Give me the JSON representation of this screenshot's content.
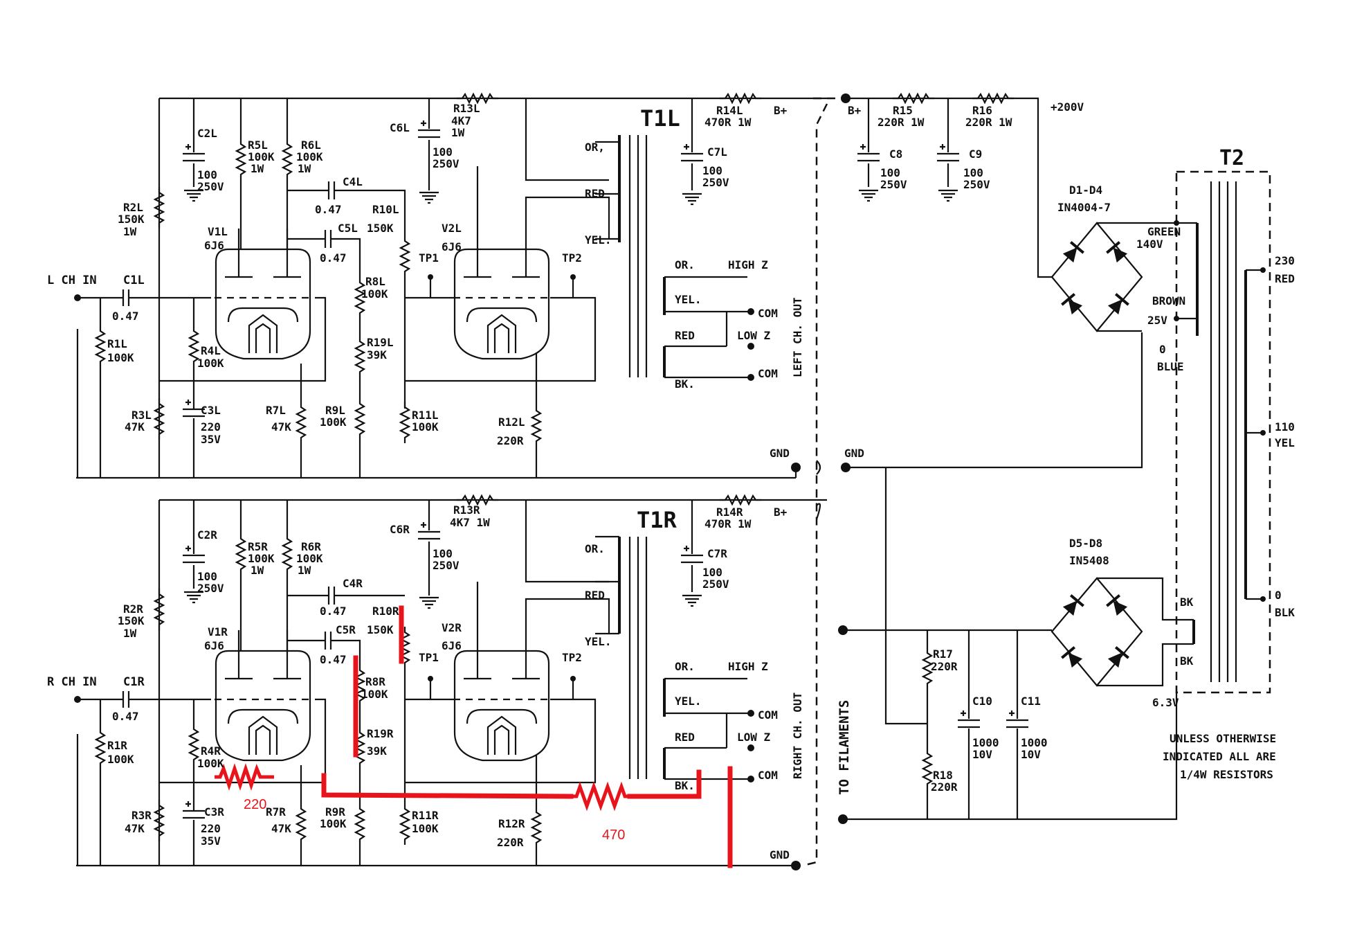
{
  "supply": {
    "b_plus_left": "B+",
    "b_plus_right": "B+",
    "b_plus_main": "B+",
    "voltage": "+200V",
    "gnd_left": "GND",
    "gnd_main": "GND",
    "gnd_right": "GND",
    "r15": "R15",
    "r15v": "220R 1W",
    "r16": "R16",
    "r16v": "220R 1W",
    "c8": "C8",
    "c8v1": "100",
    "c8v2": "250V",
    "c9": "C9",
    "c9v1": "100",
    "c9v2": "250V"
  },
  "left": {
    "t1": "T1L",
    "input": "L CH IN",
    "c1": "C1L",
    "c1v": "0.47",
    "r1": "R1L",
    "r1v": "100K",
    "c2": "C2L",
    "c2v1": "100",
    "c2v2": "250V",
    "r2": "R2L",
    "r2v1": "150K",
    "r2v2": "1W",
    "r3": "R3L",
    "r3v": "47K",
    "c3": "C3L",
    "c3v1": "220",
    "c3v2": "35V",
    "r4": "R4L",
    "r4v": "100K",
    "r5": "R5L",
    "r5v1": "100K",
    "r5v2": "1W",
    "r6": "R6L",
    "r6v1": "100K",
    "r6v2": "1W",
    "r7": "R7L",
    "r7v": "47K",
    "c4": "C4L",
    "c4v": "0.47",
    "c5": "C5L",
    "c5v": "0.47",
    "r8": "R8L",
    "r8v": "100K",
    "r9": "R9L",
    "r9v": "100K",
    "r10": "R10L",
    "r10v": "150K",
    "r19": "R19L",
    "r19v": "39K",
    "r11": "R11L",
    "r11v": "100K",
    "r12": "R12L",
    "r12v": "220R",
    "r13": "R13L",
    "r13v1": "4K7",
    "r13v2": "1W",
    "r14": "R14L",
    "r14v": "470R 1W",
    "c6": "C6L",
    "c6v1": "100",
    "c6v2": "250V",
    "c7": "C7L",
    "c7v1": "100",
    "c7v2": "250V",
    "v1": "V1L",
    "v1t": "6J6",
    "v2": "V2L",
    "v2t": "6J6",
    "tp1": "TP1",
    "tp2": "TP2",
    "or": "OR,",
    "red": "RED",
    "yel": "YEL.",
    "out_or": "OR.",
    "out_highz": "HIGH Z",
    "out_yel": "YEL.",
    "out_com1": "COM",
    "out_red": "RED",
    "out_lowz": "LOW Z",
    "out_bk": "BK.",
    "out_com2": "COM",
    "out_label": "LEFT CH. OUT"
  },
  "right": {
    "t1": "T1R",
    "input": "R CH IN",
    "c1": "C1R",
    "c1v": "0.47",
    "r1": "R1R",
    "r1v": "100K",
    "c2": "C2R",
    "c2v1": "100",
    "c2v2": "250V",
    "r2": "R2R",
    "r2v1": "150K",
    "r2v2": "1W",
    "r3": "R3R",
    "r3v": "47K",
    "c3": "C3R",
    "c3v1": "220",
    "c3v2": "35V",
    "r4": "R4R",
    "r4v": "100K",
    "r5": "R5R",
    "r5v1": "100K",
    "r5v2": "1W",
    "r6": "R6R",
    "r6v1": "100K",
    "r6v2": "1W",
    "r7": "R7R",
    "r7v": "47K",
    "c4": "C4R",
    "c4v": "0.47",
    "c5": "C5R",
    "c5v": "0.47",
    "r8": "R8R",
    "r8v": "100K",
    "r9": "R9R",
    "r9v": "100K",
    "r10": "R10R",
    "r10v": "150K",
    "r19": "R19R",
    "r19v": "39K",
    "r11": "R11R",
    "r11v": "100K",
    "r12": "R12R",
    "r12v": "220R",
    "r13": "R13R",
    "r13v": "4K7 1W",
    "r14": "R14R",
    "r14v": "470R 1W",
    "c6": "C6R",
    "c6v1": "100",
    "c6v2": "250V",
    "c7": "C7R",
    "c7v1": "100",
    "c7v2": "250V",
    "v1": "V1R",
    "v1t": "6J6",
    "v2": "V2R",
    "v2t": "6J6",
    "tp1": "TP1",
    "tp2": "TP2",
    "or": "OR.",
    "red": "RED",
    "yel": "YEL.",
    "out_or": "OR.",
    "out_highz": "HIGH Z",
    "out_yel": "YEL.",
    "out_com1": "COM",
    "out_red": "RED",
    "out_lowz": "LOW Z",
    "out_bk": "BK.",
    "out_com2": "COM",
    "out_label": "RIGHT CH. OUT"
  },
  "power": {
    "t2": "T2",
    "d1": "D1-D4",
    "d1t": "IN4004-7",
    "green": "GREEN",
    "green_v": "140V",
    "brown": "BROWN",
    "brown_v": "25V",
    "blue0": "0",
    "blue": "BLUE",
    "tap230": "230",
    "red": "RED",
    "tap110": "110",
    "yel": "YEL",
    "tap0": "0",
    "blk": "BLK",
    "d5": "D5-D8",
    "d5t": "IN5408",
    "bk1": "BK",
    "bk2": "BK",
    "v63": "6.3V",
    "r17": "R17",
    "r17v": "220R",
    "r18": "R18",
    "r18v": "220R",
    "c10": "C10",
    "c10v1": "1000",
    "c10v2": "10V",
    "c11": "C11",
    "c11v1": "1000",
    "c11v2": "10V",
    "filaments": "TO FILAMENTS",
    "note1": "UNLESS OTHERWISE",
    "note2": "INDICATED ALL ARE",
    "note3": "1/4W RESISTORS"
  },
  "annotations": {
    "r220": "220",
    "r470": "470",
    "color": "#e8141c"
  }
}
